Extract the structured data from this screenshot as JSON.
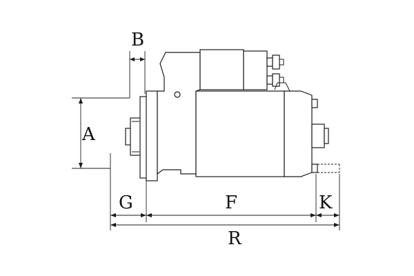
{
  "diagram": {
    "dimension_labels": {
      "a": "A",
      "b": "B",
      "g": "G",
      "f": "F",
      "k": "K",
      "r": "R"
    }
  }
}
